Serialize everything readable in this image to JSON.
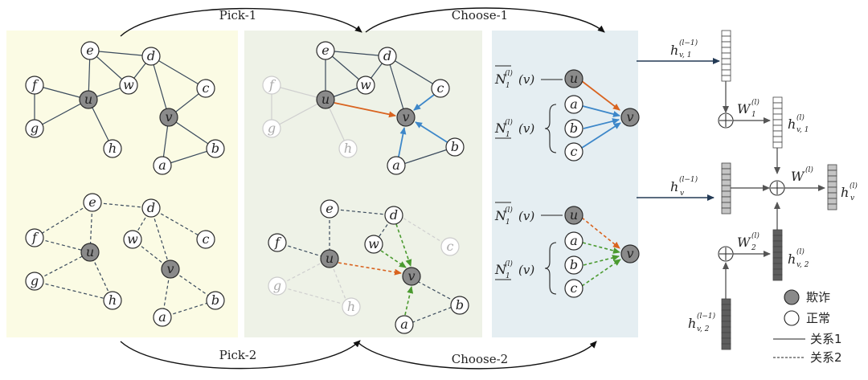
{
  "stage_labels": {
    "pick1": "Pick-1",
    "choose1": "Choose-1",
    "pick2": "Pick-2",
    "choose2": "Choose-2"
  },
  "node_labels": {
    "u": "u",
    "v": "v",
    "e": "e",
    "d": "d",
    "f": "f",
    "w": "w",
    "c": "c",
    "g": "g",
    "h": "h",
    "a": "a",
    "b": "b"
  },
  "neighbor_sets": {
    "set_top_sym": "N",
    "set_sup": "(l)",
    "set_sub": "1",
    "set_arg": "(v)"
  },
  "embedding_labels": {
    "h_sym": "h",
    "W_sym": "W",
    "sup_prev": "(l−1)",
    "sup_cur": "(l)",
    "sub_v1": "v, 1",
    "sub_v2": "v, 2",
    "sub_v": "v",
    "sub_1": "1",
    "sub_2": "2"
  },
  "legend": {
    "fraud": "欺诈",
    "normal": "正常",
    "relation1": "关系1",
    "relation2": "关系2"
  },
  "colors": {
    "panel_left": "#fbfbe4",
    "panel_mid": "#eef2e7",
    "panel_right": "#e5eef2",
    "fraud_node": "#8a8a8a",
    "orange_edge": "#d9631f",
    "blue_edge": "#3d87c9",
    "green_edge": "#4a9a2f",
    "faded_edge": "#cfcfcf",
    "dark_arrow": "#233a55"
  }
}
